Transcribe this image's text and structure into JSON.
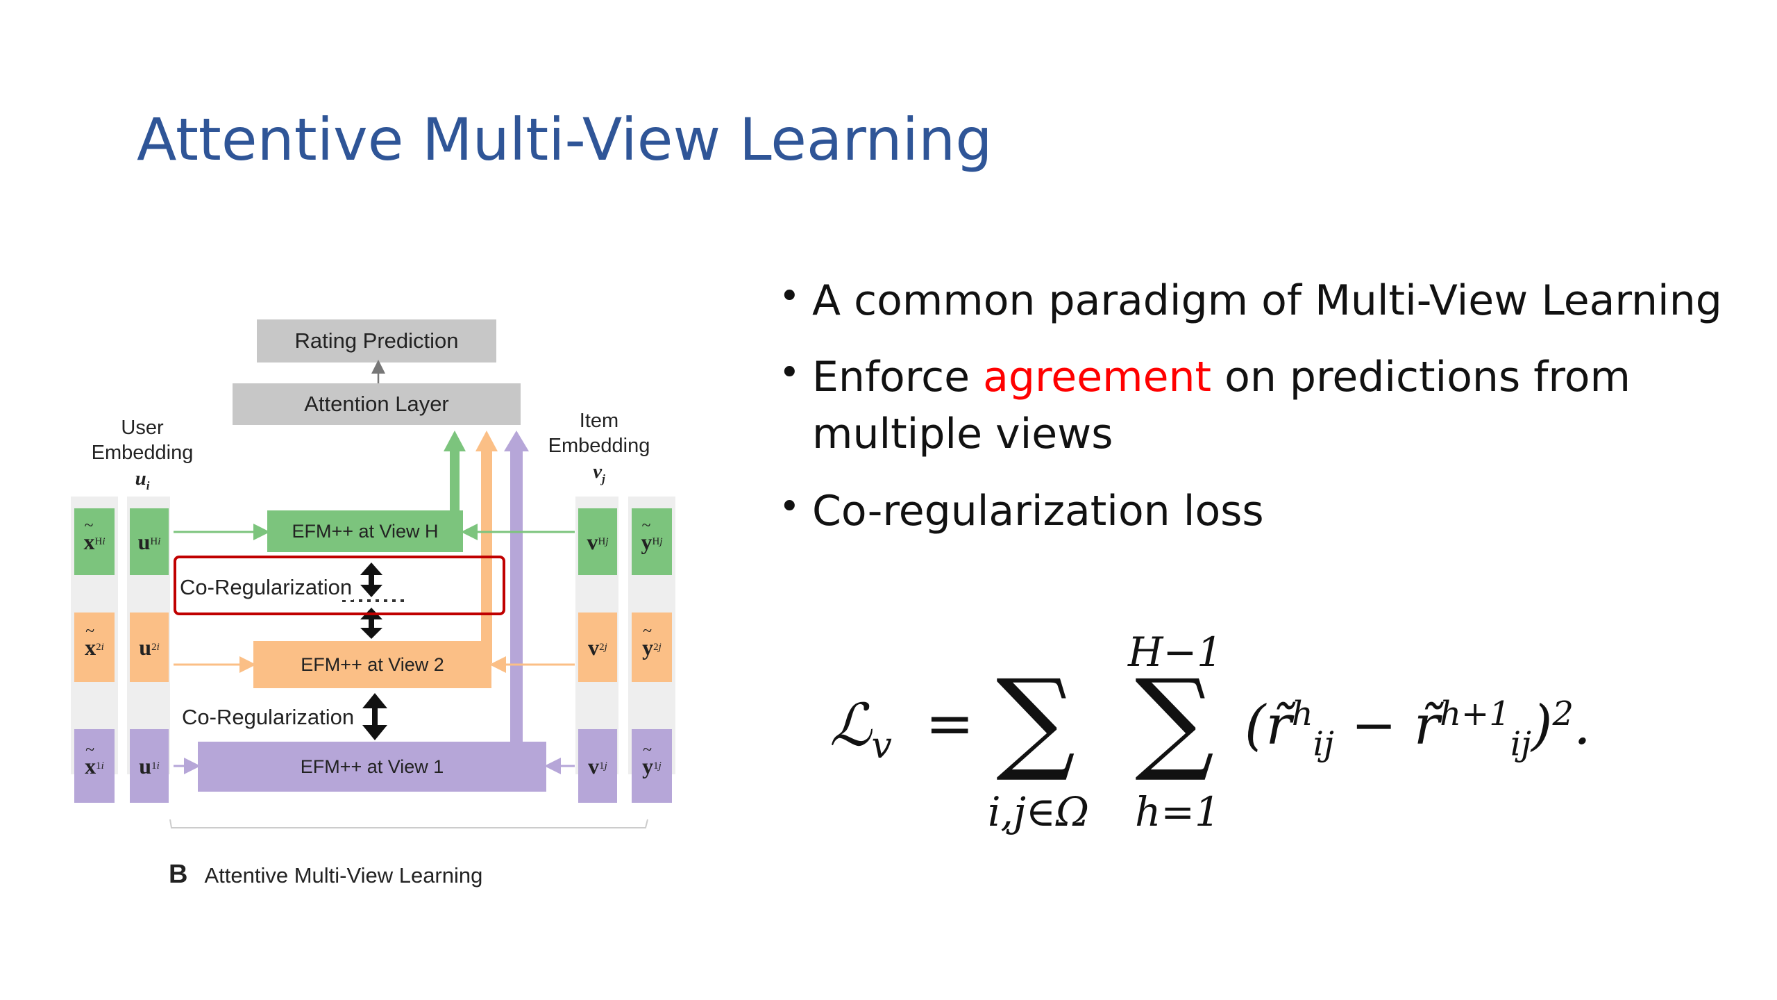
{
  "slide": {
    "title": "Attentive Multi-View Learning"
  },
  "figure": {
    "rating_prediction": "Rating Prediction",
    "attention_layer": "Attention Layer",
    "user_label_line1": "User",
    "user_label_line2": "Embedding",
    "user_var": "u",
    "user_var_sub": "i",
    "item_label_line1": "Item",
    "item_label_line2": "Embedding",
    "item_var": "v",
    "item_var_sub": "j",
    "efm_h": "EFM++ at View H",
    "efm_2": "EFM++ at View 2",
    "efm_1": "EFM++ at View 1",
    "coreg_top": "Co-Regularization",
    "coreg_bottom": "Co-Regularization",
    "caption_letter": "B",
    "caption_text": "Attentive Multi-View Learning",
    "views": [
      {
        "sup": "H",
        "color": "#7cc47d"
      },
      {
        "sup": "2",
        "color": "#fbbf86"
      },
      {
        "sup": "1",
        "color": "#b6a6d8"
      }
    ],
    "cell_letters": {
      "x": "x",
      "u": "u",
      "v": "v",
      "y": "y"
    },
    "cell_subs": {
      "x": "i",
      "u": "i",
      "v": "j",
      "y": "j"
    },
    "highlight_color": "#c00000"
  },
  "bullets": {
    "b1": "A common paradigm of Multi-View Learning",
    "b2_pre": "Enforce ",
    "b2_highlight": "agreement",
    "b2_post": " on predictions from multiple views",
    "b3": "Co-regularization loss"
  },
  "formula": {
    "lhs": "ℒ",
    "lhs_sub": "v",
    "eq": "=",
    "sum_symbol": "∑",
    "upper_limit": "H−1",
    "lower_limit_1": "i,j∈Ω",
    "lower_limit_2": "h=1",
    "body_open": "(",
    "r_tilde_1": "r̃",
    "sup_1": "h",
    "sub_1": "ij",
    "minus": " − ",
    "r_tilde_2": "r̃",
    "sup_2": "h+1",
    "sub_2": "ij",
    "body_close": ")",
    "power": "2",
    "period": "."
  },
  "colors": {
    "title": "#2F5597",
    "accent_red": "#ff0000",
    "green": "#7cc47d",
    "orange": "#fbbf86",
    "purple": "#b6a6d8"
  }
}
